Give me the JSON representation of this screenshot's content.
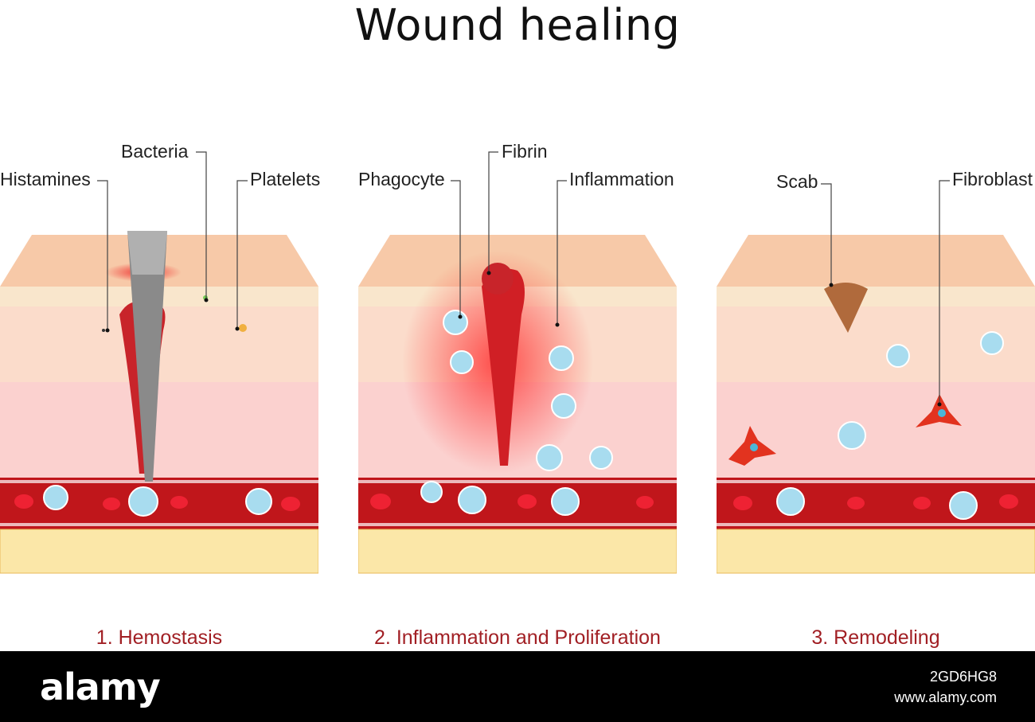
{
  "title": "Wound healing",
  "stages": [
    {
      "caption": "1. Hemostasis",
      "labels": [
        "Histamines",
        "Bacteria",
        "Platelets"
      ]
    },
    {
      "caption": "2. Inflammation and Proliferation",
      "labels": [
        "Phagocyte",
        "Fibrin",
        "Inflammation"
      ]
    },
    {
      "caption": "3. Remodeling",
      "labels": [
        "Scab",
        "Fibroblast"
      ]
    }
  ],
  "footer": {
    "brand": "alamy",
    "image_id": "2GD6HG8",
    "site": "www.alamy.com"
  },
  "colors": {
    "epidermis": "#f7d3b6",
    "dermis": "#fbe2d4",
    "hypodermis": "#fbd1cf",
    "blood_vessel": "#c0161b",
    "fat": "#fbe7a8",
    "caption": "#a11f24"
  }
}
